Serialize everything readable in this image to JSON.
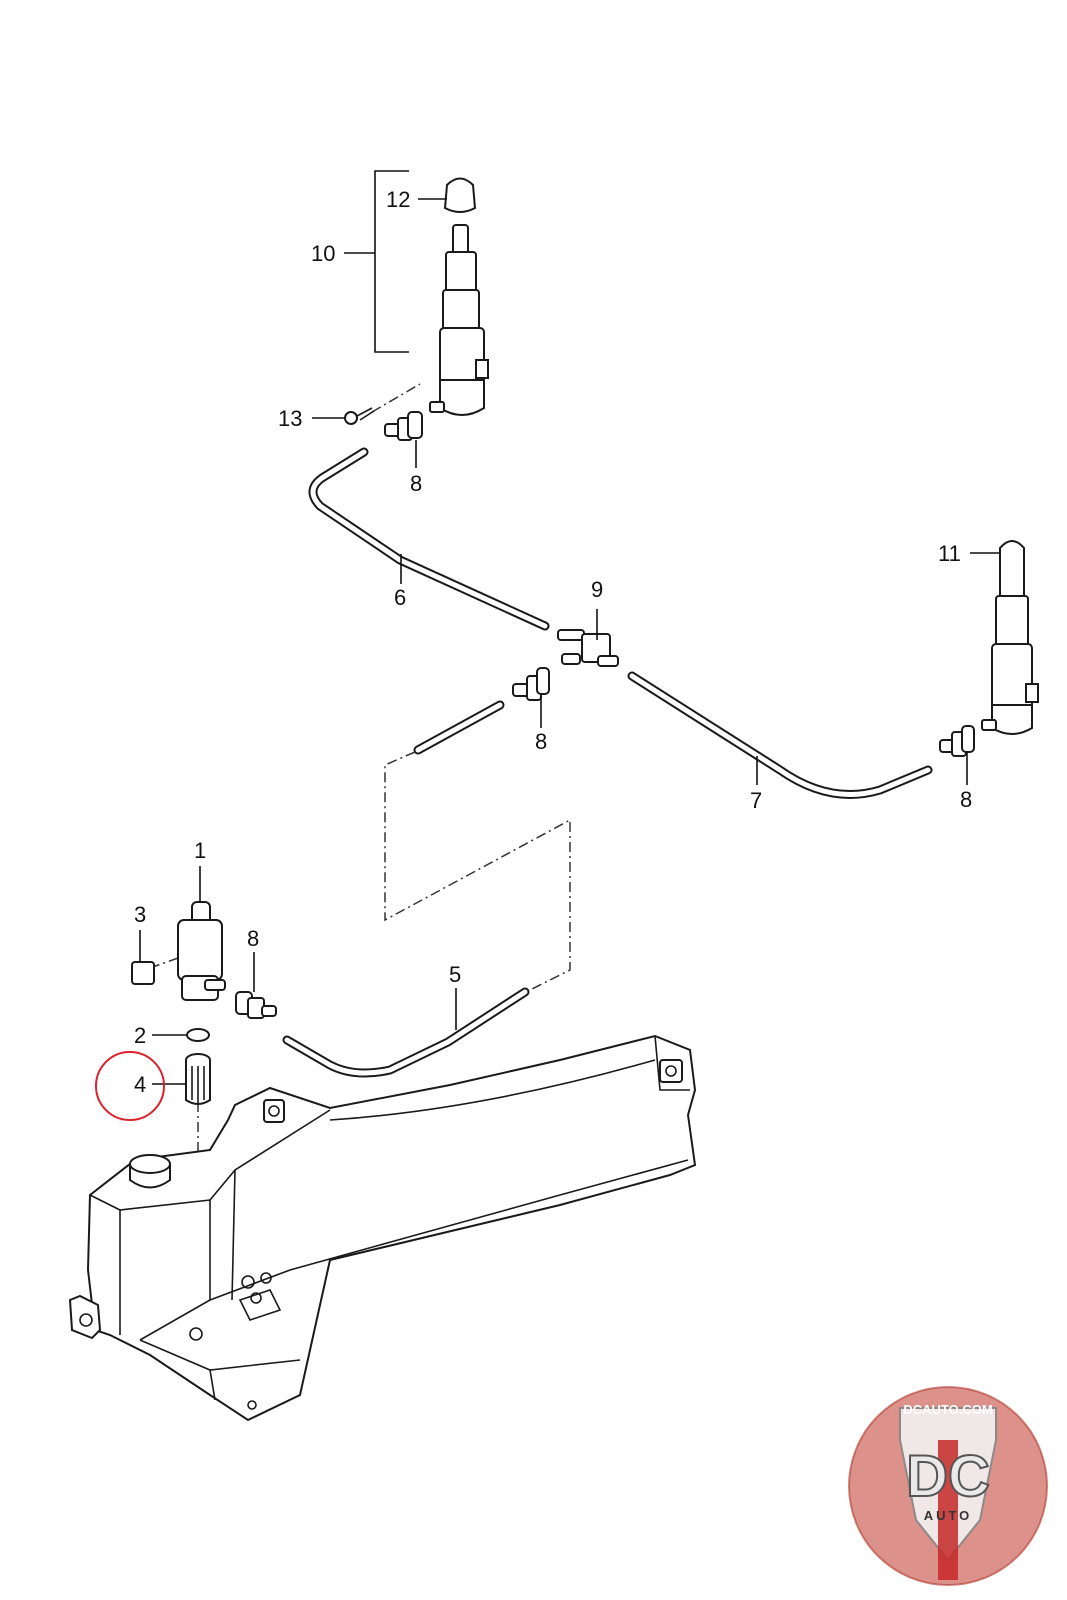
{
  "diagram": {
    "callouts": {
      "c1": "1",
      "c2": "2",
      "c3": "3",
      "c4": "4",
      "c5": "5",
      "c6": "6",
      "c7": "7",
      "c8a": "8",
      "c8b": "8",
      "c8c": "8",
      "c8d": "8",
      "c9": "9",
      "c10": "10",
      "c11": "11",
      "c12": "12",
      "c13": "13"
    },
    "highlighted_callout": "4",
    "highlight_color": "#d9232e",
    "line_color": "#1a1a1a"
  },
  "watermark": {
    "top_text": "DCAUTO.COM",
    "logo_letters": "DC",
    "bottom_text": "AUTO",
    "ring_color": "#c0392b",
    "stripe_color": "#c62828"
  }
}
